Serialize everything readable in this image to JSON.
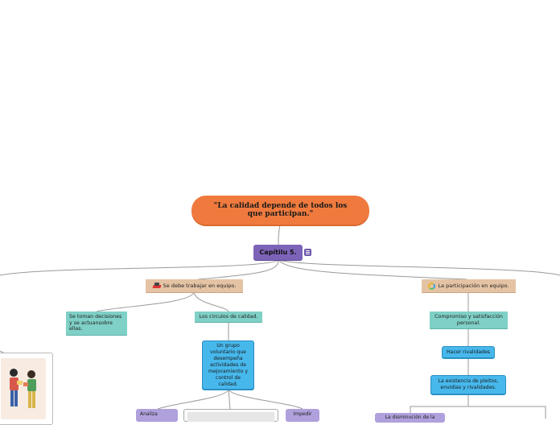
{
  "root": {
    "title": "\"La calidad depende de todos los que participan.\""
  },
  "chapter": {
    "label": "Capítilu 5."
  },
  "left_branch": {
    "label": "Se debe trabajar en equipo.",
    "icon": "book-icon",
    "children": {
      "decisiones": "Se toman decisiones y se actuansobre ellas.",
      "circulos": "Los circulos de calidad.",
      "grupo": "Un grupo voluntario que desempeña actividades de mejoramiento y control de calidad.",
      "analiza": "Analiza",
      "impedir": "Impedir"
    }
  },
  "right_branch": {
    "label": "La participación en equipo.",
    "icon": "ring-icon",
    "children": {
      "compromiso": "Compromiso y satisfacción personal.",
      "rivalidades": "Hacer rivalidades",
      "pleitos": "La existencia de pleitos, envidias y rivalidades.",
      "disminucion": "La disminución de la"
    }
  },
  "colors": {
    "root": "#f07a3e",
    "chapter": "#7d63b8",
    "tan": "#e4c3a4",
    "teal": "#7fd0c6",
    "blue": "#47b8ec",
    "purple": "#b0a0dc",
    "connector": "#9a9a9a"
  }
}
